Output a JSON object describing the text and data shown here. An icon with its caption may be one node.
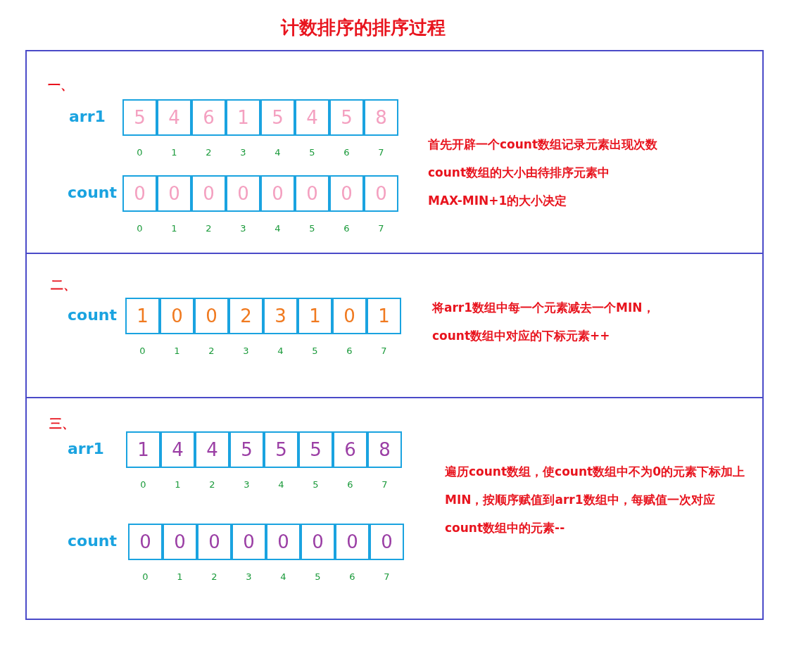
{
  "diagram": {
    "title": "计数排序的排序过程",
    "nodes": [
      {
        "text": [
          "一、",
          "首先开辟一个count数组记录元素出现次数",
          "count数组的大小由待排序元素中",
          "MAX-MIN+1的大小决定"
        ]
      },
      {
        "text": [
          "5"
        ],
        "in": 0,
        "beside": [
          "0"
        ]
      },
      {
        "text": [
          "4"
        ],
        "in": 0,
        "beside": [
          "1"
        ]
      },
      {
        "text": [
          "6"
        ],
        "in": 0,
        "beside": [
          "2"
        ]
      },
      {
        "text": [
          "1"
        ],
        "in": 0,
        "beside": [
          "3"
        ]
      },
      {
        "text": [
          "5"
        ],
        "in": 0,
        "beside": [
          "4"
        ]
      },
      {
        "text": [
          "4"
        ],
        "in": 0,
        "beside": [
          "5"
        ]
      },
      {
        "text": [
          "5"
        ],
        "in": 0,
        "beside": [
          "6"
        ]
      },
      {
        "text": [
          "8"
        ],
        "in": 0,
        "beside": [
          "7"
        ]
      },
      {
        "text": [
          "0"
        ],
        "in": 0,
        "beside": [
          "0"
        ]
      },
      {
        "text": [
          "0"
        ],
        "in": 0,
        "beside": [
          "1"
        ]
      },
      {
        "text": [
          "0"
        ],
        "in": 0,
        "beside": [
          "2"
        ]
      },
      {
        "text": [
          "0"
        ],
        "in": 0,
        "beside": [
          "3"
        ]
      },
      {
        "text": [
          "0"
        ],
        "in": 0,
        "beside": [
          "4"
        ]
      },
      {
        "text": [
          "0"
        ],
        "in": 0,
        "beside": [
          "5"
        ]
      },
      {
        "text": [
          "0"
        ],
        "in": 0,
        "beside": [
          "6"
        ]
      },
      {
        "text": [
          "0"
        ],
        "in": 0,
        "beside": [
          "7"
        ]
      },
      {
        "text": [
          "二、",
          "将arr1数组中每一个元素减去一个MIN，",
          "count数组中对应的下标元素++"
        ]
      },
      {
        "text": [
          "1"
        ],
        "in": 17,
        "beside": [
          "0"
        ]
      },
      {
        "text": [
          "0"
        ],
        "in": 17,
        "beside": [
          "1"
        ]
      },
      {
        "text": [
          "0"
        ],
        "in": 17,
        "beside": [
          "2"
        ]
      },
      {
        "text": [
          "2"
        ],
        "in": 17,
        "beside": [
          "3"
        ]
      },
      {
        "text": [
          "3"
        ],
        "in": 17,
        "beside": [
          "4"
        ]
      },
      {
        "text": [
          "1"
        ],
        "in": 17,
        "beside": [
          "5"
        ]
      },
      {
        "text": [
          "0"
        ],
        "in": 17,
        "beside": [
          "6"
        ]
      },
      {
        "text": [
          "1"
        ],
        "in": 17,
        "beside": [
          "7"
        ]
      },
      {
        "text": [
          "三、",
          "遍历count数组，使count数组中不为0的元素下标加上MIN，按顺序赋值到arr1数组中，每赋值一次对应count数组中的元素--"
        ]
      },
      {
        "text": [
          "1"
        ],
        "in": 26,
        "beside": [
          "0"
        ]
      },
      {
        "text": [
          "4"
        ],
        "in": 26,
        "beside": [
          "1"
        ]
      },
      {
        "text": [
          "4"
        ],
        "in": 26,
        "beside": [
          "2"
        ]
      },
      {
        "text": [
          "5"
        ],
        "in": 26,
        "beside": [
          "3"
        ]
      },
      {
        "text": [
          "5"
        ],
        "in": 26,
        "beside": [
          "4"
        ]
      },
      {
        "text": [
          "5"
        ],
        "in": 26,
        "beside": [
          "5"
        ]
      },
      {
        "text": [
          "6"
        ],
        "in": 26,
        "beside": [
          "6"
        ]
      },
      {
        "text": [
          "8"
        ],
        "in": 26,
        "beside": [
          "7"
        ]
      },
      {
        "text": [
          "0"
        ],
        "in": 26,
        "beside": [
          "0"
        ]
      },
      {
        "text": [
          "0"
        ],
        "in": 26,
        "beside": [
          "1"
        ]
      },
      {
        "text": [
          "0"
        ],
        "in": 26,
        "beside": [
          "2"
        ]
      },
      {
        "text": [
          "0"
        ],
        "in": 26,
        "beside": [
          "3"
        ]
      },
      {
        "text": [
          "0"
        ],
        "in": 26,
        "beside": [
          "4"
        ]
      },
      {
        "text": [
          "0"
        ],
        "in": 26,
        "beside": [
          "5"
        ]
      },
      {
        "text": [
          "0"
        ],
        "in": 26,
        "beside": [
          "6"
        ]
      },
      {
        "text": [
          "0"
        ],
        "in": 26,
        "beside": [
          "7"
        ]
      }
    ],
    "labels": [
      "arr1",
      "count",
      "count",
      "arr1",
      "count"
    ]
  }
}
